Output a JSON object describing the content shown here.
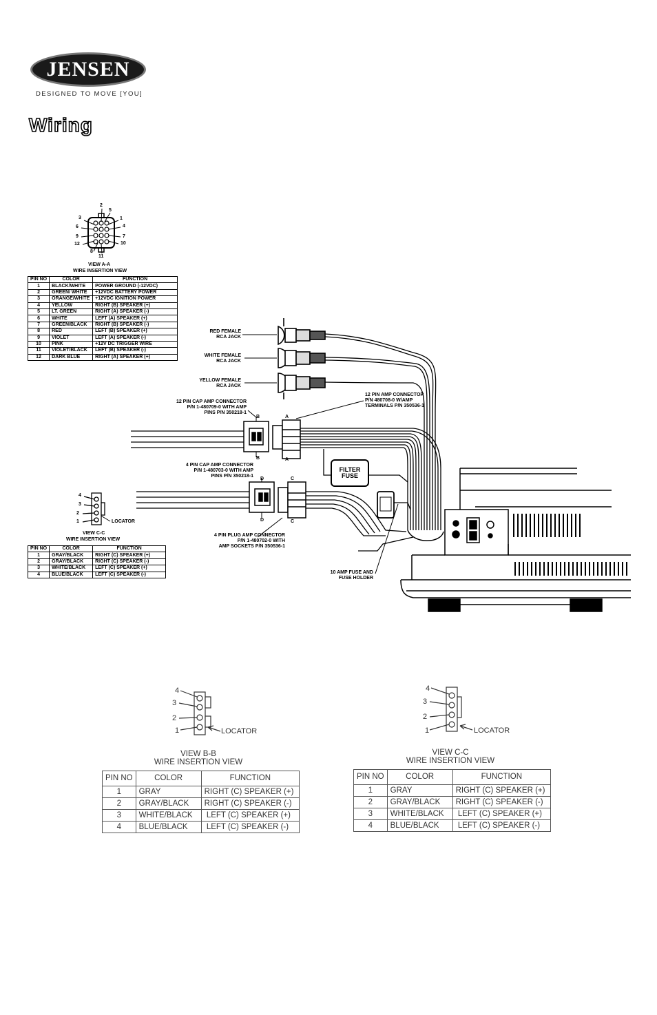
{
  "brand": {
    "logo": "JENSEN",
    "tagline": "DESIGNED TO MOVE [YOU]"
  },
  "heading": "Wiring",
  "connector_a": {
    "pin_labels": [
      "1",
      "2",
      "3",
      "4",
      "5",
      "6",
      "7",
      "8",
      "9",
      "10",
      "11",
      "12"
    ],
    "caption1": "VIEW A-A",
    "caption2": "WIRE INSERTION VIEW",
    "headers": [
      "PIN NO",
      "COLOR",
      "FUNCTION"
    ],
    "rows": [
      {
        "pin": "1",
        "color": "BLACK/WHITE",
        "function": "POWER GROUND (-12VDC)"
      },
      {
        "pin": "2",
        "color": "GREEN/ WHITE",
        "function": "+12VDC BATTERY POWER"
      },
      {
        "pin": "3",
        "color": "ORANGE/WHITE",
        "function": "+12VDC IGNITION POWER"
      },
      {
        "pin": "4",
        "color": "YELLOW",
        "function": "RIGHT (B) SPEAKER (+)"
      },
      {
        "pin": "5",
        "color": "LT. GREEN",
        "function": "RIGHT (A) SPEAKER (-)"
      },
      {
        "pin": "6",
        "color": "WHITE",
        "function": "LEFT (A) SPEAKER (+)"
      },
      {
        "pin": "7",
        "color": "GREEN/BLACK",
        "function": "RIGHT (B) SPEAKER (-)"
      },
      {
        "pin": "8",
        "color": "RED",
        "function": "LEFT (B) SPEAKER (+)"
      },
      {
        "pin": "9",
        "color": "VIOLET",
        "function": "LEFT (A) SPEAKER (-)"
      },
      {
        "pin": "10",
        "color": "PINK",
        "function": "+12V DC TRIGGER WIRE"
      },
      {
        "pin": "11",
        "color": "VIOLET/BLACK",
        "function": "LEFT (B) SPEAKER (-)"
      },
      {
        "pin": "12",
        "color": "DARK BLUE",
        "function": "RIGHT (A) SPEAKER (+)"
      }
    ]
  },
  "connector_c_small": {
    "pin_labels": [
      "4",
      "3",
      "2",
      "1"
    ],
    "locator": "LOCATOR",
    "caption1": "VIEW C-C",
    "caption2": "WIRE INSERTION VIEW",
    "headers": [
      "PIN NO",
      "COLOR",
      "FUNCTION"
    ],
    "rows": [
      {
        "pin": "1",
        "color": "GRAY/BLACK",
        "function": "RIGHT (C) SPEAKER (+)"
      },
      {
        "pin": "2",
        "color": "GRAY/BLACK",
        "function": "RIGHT (C) SPEAKER (-)"
      },
      {
        "pin": "3",
        "color": "WHITE/BLACK",
        "function": "LEFT (C) SPEAKER (+)"
      },
      {
        "pin": "4",
        "color": "BLUE/BLACK",
        "function": "LEFT (C) SPEAKER (-)"
      }
    ]
  },
  "callouts": {
    "red_rca": [
      "RED FEMALE",
      "RCA JACK"
    ],
    "white_rca": [
      "WHITE FEMALE",
      "RCA JACK"
    ],
    "yellow_rca": [
      "YELLOW FEMALE",
      "RCA JACK"
    ],
    "cap12": [
      "12 PIN CAP AMP CONNECTOR",
      "P/N 1-480709-0 WITH AMP",
      "PINS P/N 350218-1"
    ],
    "amp12": [
      "12 PIN AMP CONNECTOR",
      "P/N 480708-0 W/AMP",
      "TERMINALS P/N 350536-1"
    ],
    "cap4": [
      "4 PIN CAP AMP CONNECTOR",
      "P/N 1-480703-0 WITH AMP",
      "PINS P/N 350218-1"
    ],
    "plug4": [
      "4 PIN PLUG AMP CONNECTOR",
      "P/N 1-480702-0 WITH",
      "AMP SOCKETS P/N 350536-1"
    ],
    "fuse_holder": [
      "10 AMP FUSE AND",
      "FUSE HOLDER"
    ],
    "filter_fuse": [
      "FILTER",
      "FUSE"
    ],
    "letters": {
      "a": "A",
      "b": "B",
      "c": "C",
      "d": "D"
    }
  },
  "view_bb": {
    "pin_labels": [
      "4",
      "3",
      "2",
      "1"
    ],
    "locator": "LOCATOR",
    "caption1": "VIEW B-B",
    "caption2": "WIRE INSERTION VIEW",
    "headers": [
      "PIN NO",
      "COLOR",
      "FUNCTION"
    ],
    "rows": [
      {
        "pin": "1",
        "color": "GRAY",
        "function": "RIGHT (C) SPEAKER (+)"
      },
      {
        "pin": "2",
        "color": "GRAY/BLACK",
        "function": "RIGHT (C) SPEAKER (-)"
      },
      {
        "pin": "3",
        "color": "WHITE/BLACK",
        "function": " LEFT (C) SPEAKER (+)"
      },
      {
        "pin": "4",
        "color": "BLUE/BLACK",
        "function": " LEFT (C) SPEAKER (-)"
      }
    ]
  },
  "view_cc": {
    "pin_labels": [
      "4",
      "3",
      "2",
      "1"
    ],
    "locator": "LOCATOR",
    "caption1": "VIEW C-C",
    "caption2": "WIRE INSERTION VIEW",
    "headers": [
      "PIN NO",
      "COLOR",
      "FUNCTION"
    ],
    "rows": [
      {
        "pin": "1",
        "color": "GRAY",
        "function": "RIGHT (C) SPEAKER (+)"
      },
      {
        "pin": "2",
        "color": "GRAY/BLACK",
        "function": "RIGHT (C) SPEAKER (-)"
      },
      {
        "pin": "3",
        "color": "WHITE/BLACK",
        "function": " LEFT (C) SPEAKER (+)"
      },
      {
        "pin": "4",
        "color": "BLUE/BLACK",
        "function": " LEFT (C) SPEAKER (-)"
      }
    ]
  }
}
